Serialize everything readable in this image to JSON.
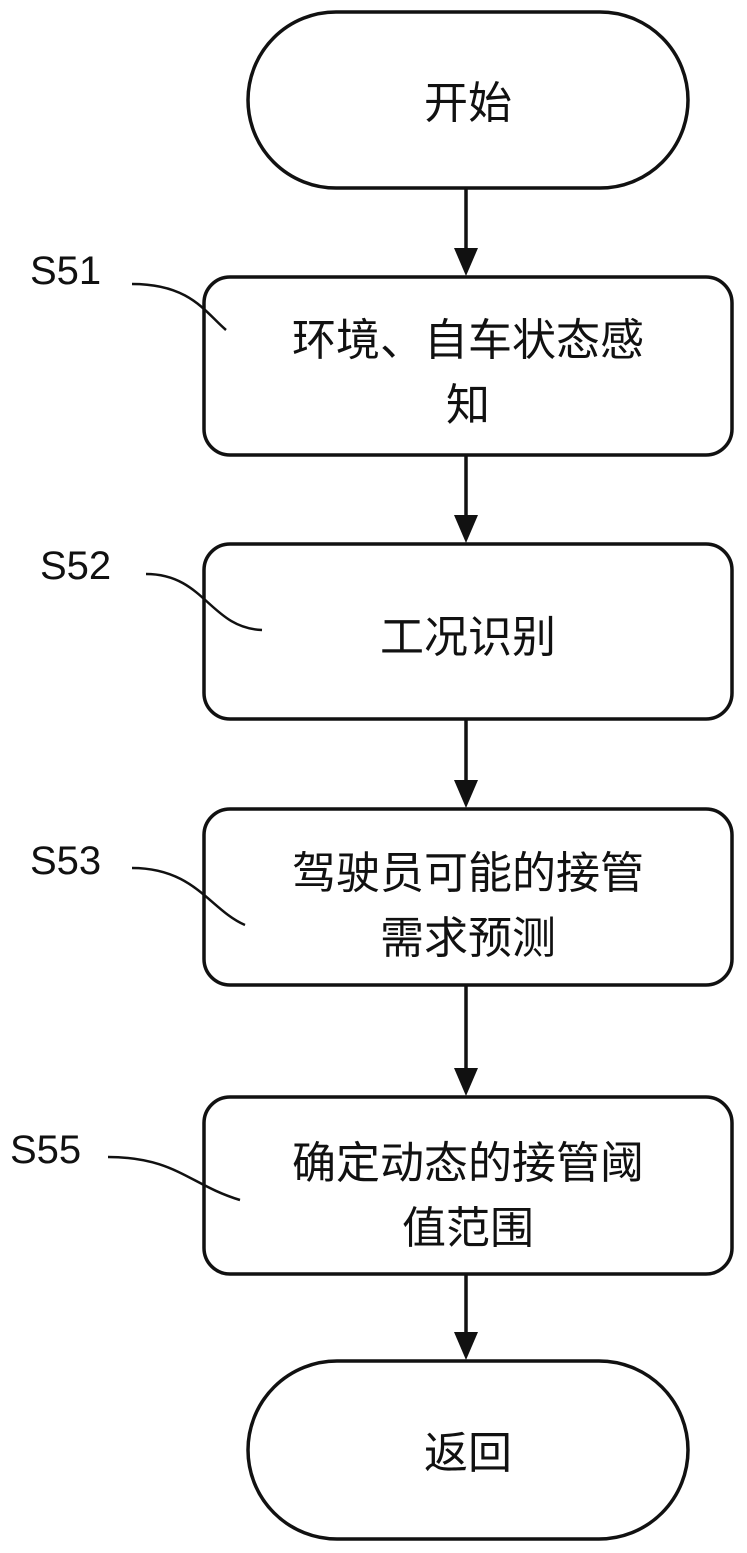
{
  "flowchart": {
    "start": {
      "label": "开始"
    },
    "steps": [
      {
        "id": "S51",
        "lines": [
          "环境、自车状态感",
          "知"
        ]
      },
      {
        "id": "S52",
        "lines": [
          "工况识别"
        ]
      },
      {
        "id": "S53",
        "lines": [
          "驾驶员可能的接管",
          "需求预测"
        ]
      },
      {
        "id": "S55",
        "lines": [
          "确定动态的接管阈",
          "值范围"
        ]
      }
    ],
    "end": {
      "label": "返回"
    }
  }
}
